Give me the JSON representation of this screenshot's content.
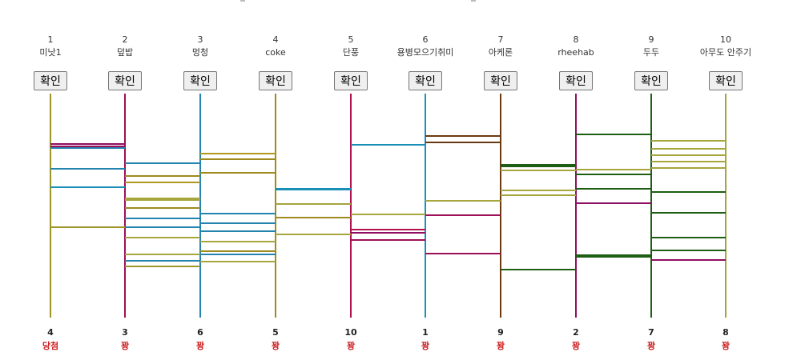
{
  "players": [
    {
      "number": "1",
      "name": "미낫1",
      "button": "확인",
      "color": "#9e9527"
    },
    {
      "number": "2",
      "name": "덮밥",
      "button": "확인",
      "color": "#9b1057"
    },
    {
      "number": "3",
      "name": "멍청",
      "button": "확인",
      "color": "#2384b0"
    },
    {
      "number": "4",
      "name": "coke",
      "button": "확인",
      "color": "#9e8a1f"
    },
    {
      "number": "5",
      "name": "단풍",
      "button": "확인",
      "color": "#b2124e"
    },
    {
      "number": "6",
      "name": "용병모으기취미",
      "button": "확인",
      "color": "#1a90b8"
    },
    {
      "number": "7",
      "name": "아케론",
      "button": "확인",
      "color": "#6a3a12"
    },
    {
      "number": "8",
      "name": "rheehab",
      "button": "확인",
      "color": "#8f1062"
    },
    {
      "number": "9",
      "name": "두두",
      "button": "확인",
      "color": "#1e5e14"
    },
    {
      "number": "10",
      "name": "아무도 안주기",
      "button": "확인",
      "color": "#a6a53e"
    }
  ],
  "results": [
    {
      "number": "4",
      "text": "당첨"
    },
    {
      "number": "3",
      "text": "꽝"
    },
    {
      "number": "6",
      "text": "꽝"
    },
    {
      "number": "5",
      "text": "꽝"
    },
    {
      "number": "10",
      "text": "꽝"
    },
    {
      "number": "1",
      "text": "꽝"
    },
    {
      "number": "9",
      "text": "꽝"
    },
    {
      "number": "2",
      "text": "꽝"
    },
    {
      "number": "7",
      "text": "꽝"
    },
    {
      "number": "8",
      "text": "꽝"
    }
  ],
  "rungs": [
    {
      "between": [
        1,
        2
      ],
      "color": "#8f1062"
    },
    {
      "between": [
        1,
        2
      ],
      "color": "#9b1057"
    },
    {
      "between": [
        1,
        2
      ],
      "color": "#2384b0"
    },
    {
      "between": [
        1,
        2
      ],
      "color": "#2384b0"
    },
    {
      "between": [
        1,
        2
      ],
      "color": "#1a90b8"
    },
    {
      "between": [
        1,
        2
      ],
      "color": "#9e9527"
    },
    {
      "between": [
        2,
        3
      ],
      "color": "#2384b0"
    },
    {
      "between": [
        2,
        3
      ],
      "color": "#9e8a1f"
    },
    {
      "between": [
        2,
        3
      ],
      "color": "#b0971e"
    },
    {
      "between": [
        2,
        3
      ],
      "color": "#a6a53e"
    },
    {
      "between": [
        2,
        3
      ],
      "color": "#9e8a1f"
    },
    {
      "between": [
        2,
        3
      ],
      "color": "#2384b0"
    },
    {
      "between": [
        2,
        3
      ],
      "color": "#2384b0"
    },
    {
      "between": [
        2,
        3
      ],
      "color": "#a6a53e"
    },
    {
      "between": [
        2,
        3
      ],
      "color": "#a6a53e"
    },
    {
      "between": [
        2,
        3
      ],
      "color": "#2384b0"
    },
    {
      "between": [
        2,
        3
      ],
      "color": "#9e9527"
    },
    {
      "between": [
        2,
        3
      ],
      "color": "#a6a53e"
    },
    {
      "between": [
        3,
        4
      ],
      "color": "#b0971e"
    },
    {
      "between": [
        3,
        4
      ],
      "color": "#9e8a1f"
    },
    {
      "between": [
        3,
        4
      ],
      "color": "#9e8a1f"
    },
    {
      "between": [
        3,
        4
      ],
      "color": "#2384b0"
    },
    {
      "between": [
        3,
        4
      ],
      "color": "#2384b0"
    },
    {
      "between": [
        3,
        4
      ],
      "color": "#2384b0"
    },
    {
      "between": [
        3,
        4
      ],
      "color": "#a6a53e"
    },
    {
      "between": [
        3,
        4
      ],
      "color": "#9e8a1f"
    },
    {
      "between": [
        3,
        4
      ],
      "color": "#2384b0"
    },
    {
      "between": [
        3,
        4
      ],
      "color": "#a6a53e"
    },
    {
      "between": [
        4,
        5
      ],
      "color": "#1a90b8"
    },
    {
      "between": [
        4,
        5
      ],
      "color": "#1a90b8"
    },
    {
      "between": [
        4,
        5
      ],
      "color": "#a6a53e"
    },
    {
      "between": [
        4,
        5
      ],
      "color": "#9e8a1f"
    },
    {
      "between": [
        4,
        5
      ],
      "color": "#a6a53e"
    },
    {
      "between": [
        5,
        6
      ],
      "color": "#1a90b8"
    },
    {
      "between": [
        5,
        6
      ],
      "color": "#a6a53e"
    },
    {
      "between": [
        5,
        6
      ],
      "color": "#b2124e"
    },
    {
      "between": [
        5,
        6
      ],
      "color": "#8f1062"
    },
    {
      "between": [
        5,
        6
      ],
      "color": "#9b1057"
    },
    {
      "between": [
        6,
        7
      ],
      "color": "#6a3a12"
    },
    {
      "between": [
        6,
        7
      ],
      "color": "#6a3a12"
    },
    {
      "between": [
        6,
        7
      ],
      "color": "#a6a53e"
    },
    {
      "between": [
        6,
        7
      ],
      "color": "#9b1057"
    },
    {
      "between": [
        6,
        7
      ],
      "color": "#9b1057"
    },
    {
      "between": [
        7,
        8
      ],
      "color": "#1e5e14"
    },
    {
      "between": [
        7,
        8
      ],
      "color": "#1e5e14"
    },
    {
      "between": [
        7,
        8
      ],
      "color": "#a6a53e"
    },
    {
      "between": [
        7,
        8
      ],
      "color": "#a6a53e"
    },
    {
      "between": [
        7,
        8
      ],
      "color": "#a6a53e"
    },
    {
      "between": [
        7,
        8
      ],
      "color": "#1e5e14"
    },
    {
      "between": [
        8,
        9
      ],
      "color": "#1e5e14"
    },
    {
      "between": [
        8,
        9
      ],
      "color": "#a6a53e"
    },
    {
      "between": [
        8,
        9
      ],
      "color": "#1e5e14"
    },
    {
      "between": [
        8,
        9
      ],
      "color": "#1e5e14"
    },
    {
      "between": [
        8,
        9
      ],
      "color": "#8f1062"
    },
    {
      "between": [
        8,
        9
      ],
      "color": "#1e5e14"
    },
    {
      "between": [
        8,
        9
      ],
      "color": "#1e5e14"
    },
    {
      "between": [
        9,
        10
      ],
      "color": "#a6a53e"
    },
    {
      "between": [
        9,
        10
      ],
      "color": "#a6a53e"
    },
    {
      "between": [
        9,
        10
      ],
      "color": "#a6a53e"
    },
    {
      "between": [
        9,
        10
      ],
      "color": "#a6a53e"
    },
    {
      "between": [
        9,
        10
      ],
      "color": "#a6a53e"
    },
    {
      "between": [
        9,
        10
      ],
      "color": "#1e5e14"
    },
    {
      "between": [
        9,
        10
      ],
      "color": "#1e5e14"
    },
    {
      "between": [
        9,
        10
      ],
      "color": "#1e5e14"
    },
    {
      "between": [
        9,
        10
      ],
      "color": "#1e5e14"
    },
    {
      "between": [
        9,
        10
      ],
      "color": "#8f1062"
    }
  ]
}
